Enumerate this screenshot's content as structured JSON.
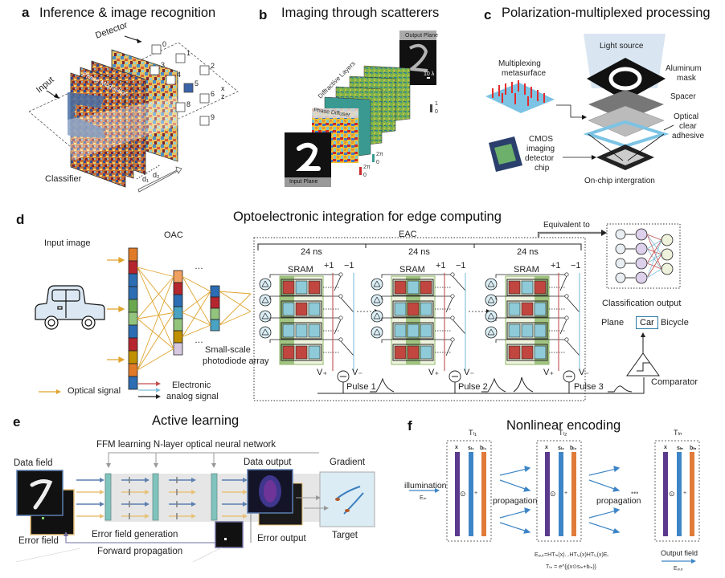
{
  "panels": {
    "a": {
      "letter": "a",
      "title": "Inference & image recognition",
      "labels": {
        "detector": "Detector",
        "input": "Input",
        "phase_modulator": "Phase Modulator",
        "classifier": "Classifier",
        "d1": "d₁",
        "d2": "d₂",
        "x_axis": "x",
        "z_axis": "z"
      },
      "detector_digits": [
        "0",
        "1",
        "2",
        "3",
        "4",
        "5",
        "6",
        "8",
        "9"
      ]
    },
    "b": {
      "letter": "b",
      "title": "Imaging through scatterers",
      "labels": {
        "output_plane": "Output Plane",
        "diffractive_layers": "Diffractive Layers",
        "phase_diffuser": "Phase Diffuser",
        "input_plane": "Input Plane",
        "scale_bar": "10 λ",
        "intensity_max": "1",
        "intensity_min": "0",
        "phase_max_1": "2π",
        "phase_min_1": "0",
        "phase_max_2": "2π",
        "phase_min_2": "0",
        "input_digit": "2"
      }
    },
    "c": {
      "letter": "c",
      "title": "Polarization-multiplexed processing",
      "labels": {
        "light_source": "Light source",
        "multiplexing_line1": "Multiplexing",
        "multiplexing_line2": "metasurface",
        "aluminum_line1": "Aluminum",
        "aluminum_line2": "mask",
        "spacer": "Spacer",
        "optical_line1": "Optical",
        "optical_line2": "clear",
        "optical_line3": "adhesive",
        "cmos_line1": "CMOS",
        "cmos_line2": "imaging",
        "cmos_line3": "detector",
        "cmos_line4": "chip",
        "on_chip": "On-chip intergration"
      }
    },
    "d": {
      "letter": "d",
      "title": "Optoelectronic integration for edge computing",
      "labels": {
        "input_image": "Input image",
        "oac": "OAC",
        "eac": "EAC",
        "equivalent_to": "Equivalent to",
        "small_scale_line1": "Small-scale",
        "small_scale_line2": "photodiode array",
        "classification_output": "Classification output",
        "comparator": "Comparator",
        "ellipsis": "…",
        "v_plus": "V₊",
        "v_minus": "V₋",
        "plus_one": "+1",
        "minus_one": "−1",
        "sram": "SRAM"
      },
      "time_slots": [
        {
          "duration": "24 ns",
          "pulse": "Pulse 1"
        },
        {
          "duration": "24 ns",
          "pulse": "Pulse 2"
        },
        {
          "duration": "24 ns",
          "pulse": "Pulse 3"
        }
      ],
      "classes": [
        "Plane",
        "Car",
        "Bicycle"
      ],
      "selected_class": "Car",
      "legend": {
        "optical": "Optical signal",
        "electronic_line1": "Electronic",
        "electronic_line2": "analog signal"
      },
      "oac_columns": [
        [
          "#e07a28",
          "#b5262e",
          "#2c6db3",
          "#2c6db3",
          "#6aa84f",
          "#93c47d",
          "#2c6db3",
          "#b5262e",
          "#bf9000",
          "#e07a28",
          "#2c6db3"
        ],
        [
          "#f0a060",
          "#b5262e",
          "#2c6db3",
          "#4ba3c3",
          "#93c47d",
          "#bf9000",
          "#d5c8e0"
        ],
        [
          "#2c6db3",
          "#b5262e",
          "#93c47d",
          "#4ba3c3"
        ]
      ],
      "sram_patterns": [
        [
          [
            "r",
            "b",
            "r"
          ],
          [
            "b",
            "r",
            "b"
          ],
          [
            "b",
            "b",
            "b"
          ],
          [
            "r",
            "r",
            "b"
          ]
        ],
        [
          [
            "r",
            "b",
            "r"
          ],
          [
            "b",
            "r",
            "b"
          ],
          [
            "b",
            "b",
            "b"
          ],
          [
            "r",
            "r",
            "b"
          ]
        ],
        [
          [
            "r",
            "b",
            "r"
          ],
          [
            "b",
            "r",
            "b"
          ],
          [
            "b",
            "b",
            "b"
          ],
          [
            "r",
            "r",
            "b"
          ]
        ]
      ],
      "colors": {
        "optical": "#e0a42e",
        "electronic_red": "#c0504d",
        "electronic_blue": "#7fbfd8",
        "analog_black": "#222222",
        "sram_red": "#c0463f",
        "sram_blue": "#8ecad8",
        "sram_green": "#8fb86a",
        "sram_green_light": "#eef3de",
        "car_fill": "#dbe8f3"
      }
    },
    "e": {
      "letter": "e",
      "title": "Active learning",
      "labels": {
        "ffm": "FFM learning N-layer optical neural network",
        "data_field": "Data field",
        "error_field": "Error field",
        "error_field_generation": "Error field generation",
        "forward_propagation": "Forward propagation",
        "data_output": "Data output",
        "error_output": "Error output",
        "gradient": "Gradient",
        "target": "Target",
        "digit": "7"
      },
      "colors": {
        "blue_arrow": "#5b7fb0",
        "yellow_arrow": "#e8c27a",
        "layer": "#7fc3bd",
        "band": "#e6e6e6"
      }
    },
    "f": {
      "letter": "f",
      "title": "Nonlinear encoding",
      "labels": {
        "illumination": "illumination",
        "e_in": "Eᵢₙ",
        "propagation_1": "propagation",
        "propagation_2": "propagation",
        "dots": "•••",
        "output_field": "Output field",
        "e_out": "Eₒᵤₜ",
        "equation_1": "Eₒᵤₜ=HTₗₙ(x)...HTₗ₂(x)HTₗ₁(x)Eᵢ",
        "equation_2": "Tₗₙ = e^{j(x⊙sₗₙ+bₗₙ)}",
        "x": "x",
        "odot": "⊙",
        "plus": "+"
      },
      "blocks": [
        {
          "title": "Tₗ₁",
          "s": "sₗ₁",
          "b": "bₗ₁"
        },
        {
          "title": "Tₗ₂",
          "s": "sₗ₂",
          "b": "bₗ₂"
        },
        {
          "title": "Tₗₙ",
          "s": "sₗₙ",
          "b": "bₗₙ"
        }
      ],
      "colors": {
        "x_bar": "#5b3a8e",
        "s_bar": "#3d85c6",
        "b_bar": "#e07b39",
        "arrow": "#3d85c6"
      }
    }
  }
}
